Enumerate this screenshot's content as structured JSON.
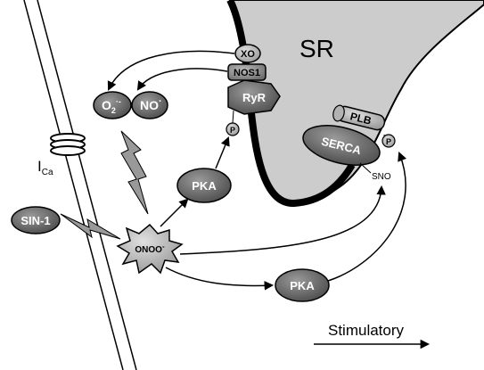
{
  "sr": {
    "label": "SR"
  },
  "sarcolemma": {
    "channel_label": "I",
    "channel_sub": "Ca"
  },
  "ryr_complex": {
    "xo": "XO",
    "nos1": "NOS1",
    "ryr": "RyR",
    "phospho": "P"
  },
  "serca_complex": {
    "plb": "PLB",
    "serca": "SERCA",
    "phospho": "P",
    "sno": "SNO"
  },
  "radicals": {
    "superoxide": "O",
    "superoxide_sub": "2",
    "superoxide_sup": "·-",
    "nitric_oxide": "NO",
    "nitric_oxide_sup": "·"
  },
  "nodes": {
    "sin1": "SIN-1",
    "peroxynitrite": "ONOO",
    "peroxynitrite_sup": "-",
    "pka_upper": "PKA",
    "pka_lower": "PKA"
  },
  "legend": {
    "stimulatory": "Stimulatory"
  },
  "colors": {
    "sr_fill": "#cccccc",
    "protein_dark": "#666666",
    "protein_mid": "#8c8c8c",
    "protein_light": "#b3b3b3",
    "line": "#000000"
  }
}
